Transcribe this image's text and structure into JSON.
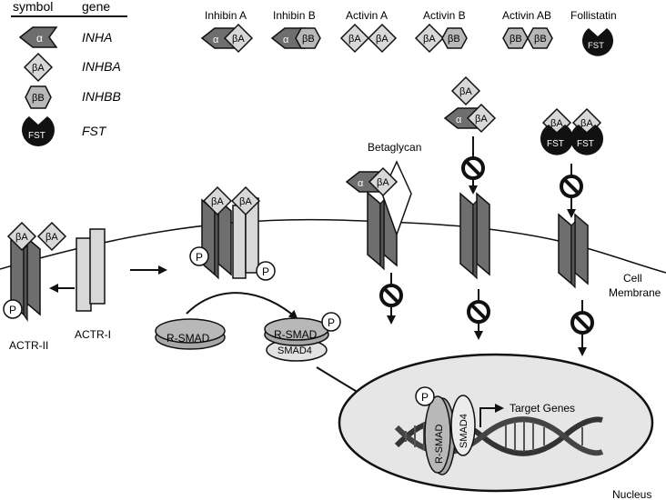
{
  "legend": {
    "header_symbol": "symbol",
    "header_gene": "gene",
    "rows": [
      {
        "symbol": "α",
        "gene": "INHA"
      },
      {
        "symbol": "βA",
        "gene": "INHBA"
      },
      {
        "symbol": "βB",
        "gene": "INHBB"
      },
      {
        "symbol": "FST",
        "gene": "FST"
      }
    ]
  },
  "ligands": [
    {
      "name": "Inhibin A",
      "subunits": [
        "α",
        "βA"
      ]
    },
    {
      "name": "Inhibin B",
      "subunits": [
        "α",
        "βB"
      ]
    },
    {
      "name": "Activin A",
      "subunits": [
        "βA",
        "βA"
      ]
    },
    {
      "name": "Activin B",
      "subunits": [
        "βA",
        "βB"
      ]
    },
    {
      "name": "Activin AB",
      "subunits": [
        "βB",
        "βB"
      ]
    },
    {
      "name": "Follistatin",
      "subunits": [
        "FST"
      ]
    }
  ],
  "labels": {
    "betaglycan": "Betaglycan",
    "cell_membrane_line1": "Cell",
    "cell_membrane_line2": "Membrane",
    "nucleus": "Nucleus",
    "actr2": "ACTR-II",
    "actr1": "ACTR-I",
    "rsmad": "R-SMAD",
    "smad4": "SMAD4",
    "target_genes": "Target Genes",
    "phospho": "P",
    "ba": "βA",
    "bb": "βB",
    "alpha": "α",
    "fst": "FST"
  },
  "colors": {
    "dark_gray": "#6e6e6e",
    "light_gray": "#cfcfcf",
    "mid_gray": "#a8a8a8",
    "nucleus_fill": "#e6e6e6",
    "black": "#111111"
  }
}
